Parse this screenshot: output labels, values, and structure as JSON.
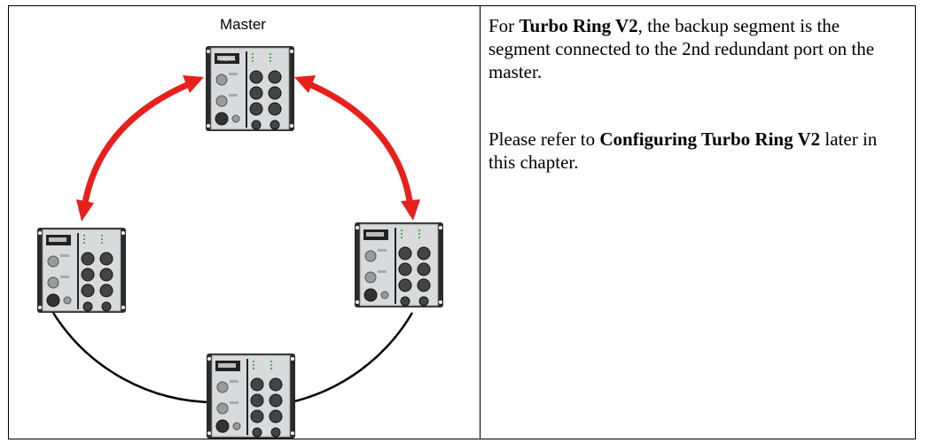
{
  "diagram": {
    "master_label": "Master"
  },
  "switch_device": {
    "brand": "MOXA"
  },
  "description": {
    "para1_prefix": "For ",
    "para1_bold": "Turbo Ring V2",
    "para1_suffix": ", the backup segment is the segment connected to the 2nd redundant port on the master.",
    "para2_prefix": "Please refer to ",
    "para2_bold": "Configuring Turbo Ring V2",
    "para2_suffix": " later in this chapter."
  },
  "colors": {
    "arrow": "#e8201c",
    "ring": "#000000",
    "device_body": "#d9dadb",
    "device_frame": "#2a2a2a"
  }
}
